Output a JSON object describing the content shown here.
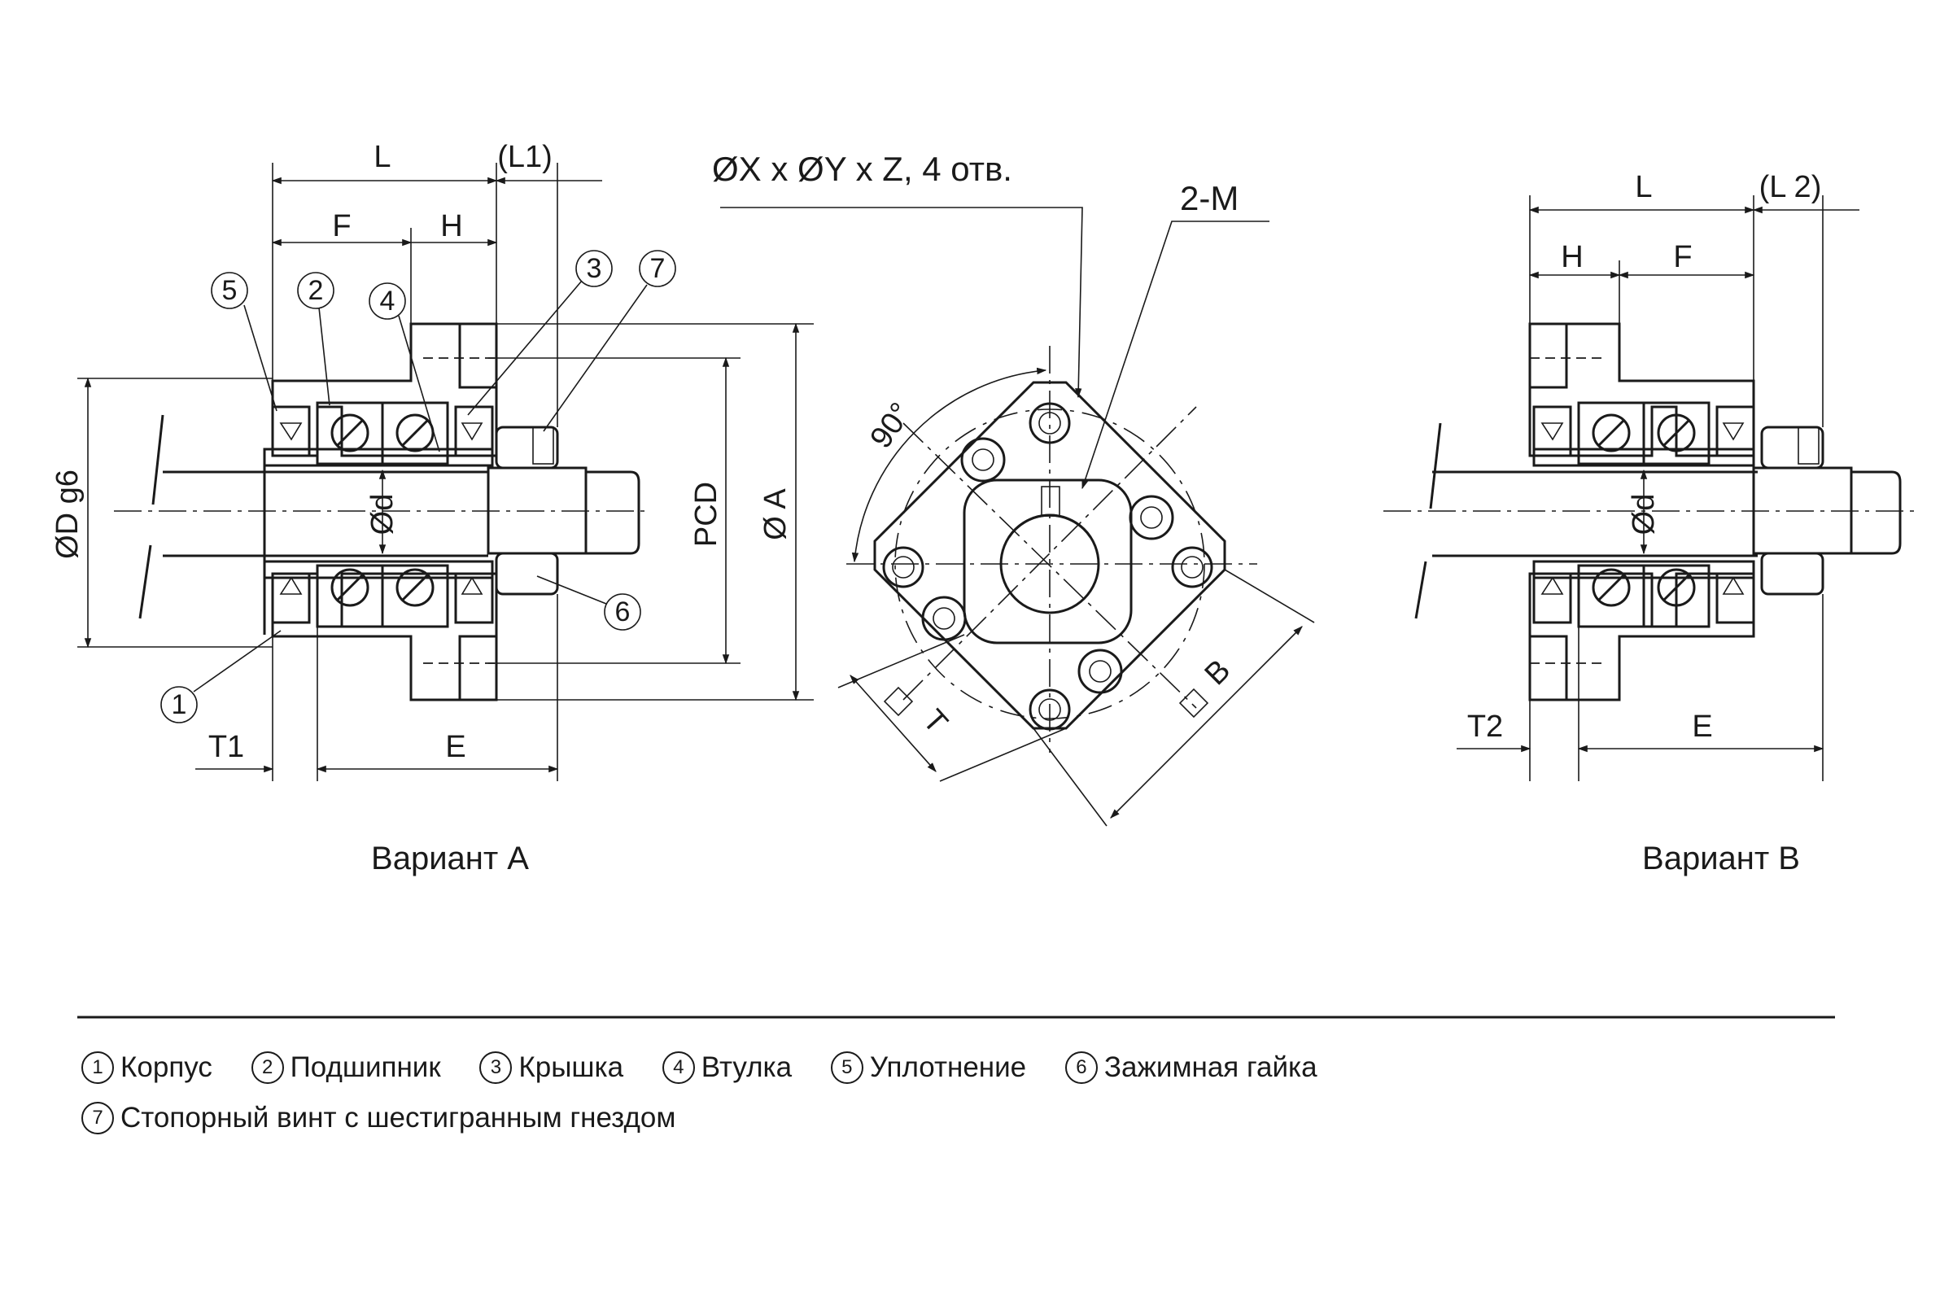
{
  "view_a": {
    "caption": "Вариант А",
    "dims": {
      "L": "L",
      "L1": "(L1)",
      "F": "F",
      "H": "H",
      "D": "ØD g6",
      "d": "Ød",
      "PCD": "PCD",
      "A": "Ø A",
      "T1": "T1",
      "E": "E"
    },
    "balloons": [
      "5",
      "2",
      "4",
      "3",
      "7",
      "6",
      "1"
    ]
  },
  "view_front": {
    "holes_note": "ØX x ØY x Z, 4 отв.",
    "thread_note": "2-M",
    "angle": "90°",
    "square_t": "T",
    "square_b": "B"
  },
  "view_b": {
    "caption": "Вариант B",
    "dims": {
      "L": "L",
      "L2": "(L 2)",
      "H": "H",
      "F": "F",
      "d": "Ød",
      "T2": "T2",
      "E": "E"
    }
  },
  "legend": {
    "row1": [
      {
        "num": "1",
        "text": "Корпус"
      },
      {
        "num": "2",
        "text": "Подшипник"
      },
      {
        "num": "3",
        "text": "Крышка"
      },
      {
        "num": "4",
        "text": "Втулка"
      },
      {
        "num": "5",
        "text": "Уплотнение"
      },
      {
        "num": "6",
        "text": "Зажимная гайка"
      }
    ],
    "row2": [
      {
        "num": "7",
        "text": "Стопорный винт с шестигранным гнездом"
      }
    ]
  }
}
